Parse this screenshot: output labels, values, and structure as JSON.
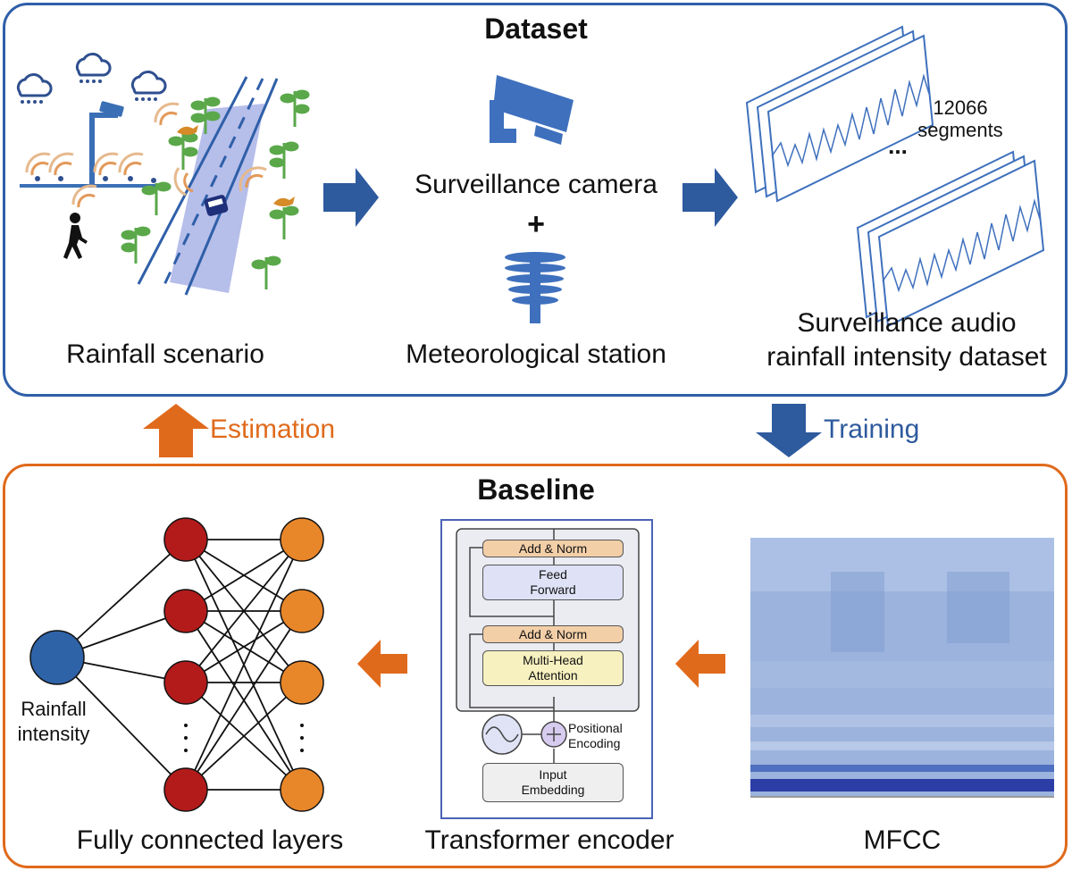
{
  "dataset": {
    "title": "Dataset",
    "rainfall_scenario": "Rainfall scenario",
    "surveillance_camera": "Surveillance camera",
    "plus": "+",
    "meteorological_station": "Meteorological station",
    "segments_count": "12066",
    "segments_word": "segments",
    "ellipsis": "...",
    "dataset_label_line1": "Surveillance audio",
    "dataset_label_line2": "rainfall intensity dataset"
  },
  "flow": {
    "estimation": "Estimation",
    "training": "Training"
  },
  "baseline": {
    "title": "Baseline",
    "rainfall_intensity_line1": "Rainfall",
    "rainfall_intensity_line2": "intensity",
    "fully_connected": "Fully connected layers",
    "transformer_encoder": "Transformer encoder",
    "mfcc": "MFCC",
    "dots": "·\n·\n·"
  },
  "transformer": {
    "add_norm_top": "Add & Norm",
    "feed_forward_line1": "Feed",
    "feed_forward_line2": "Forward",
    "add_norm_bottom": "Add & Norm",
    "mha_line1": "Multi-Head",
    "mha_line2": "Attention",
    "positional_line1": "Positional",
    "positional_line2": "Encoding",
    "input_line1": "Input",
    "input_line2": "Embedding"
  },
  "colors": {
    "blue_frame": "#2f5fa8",
    "orange_frame": "#e06a1c",
    "arrow_blue": "#2e5a9e",
    "arrow_orange": "#e06a1c",
    "neuron_red": "#b31b1b",
    "neuron_orange": "#e8862a",
    "neuron_blue": "#2f63a8",
    "plant_green": "#5aa84a",
    "road_blue": "#8a98d8"
  }
}
